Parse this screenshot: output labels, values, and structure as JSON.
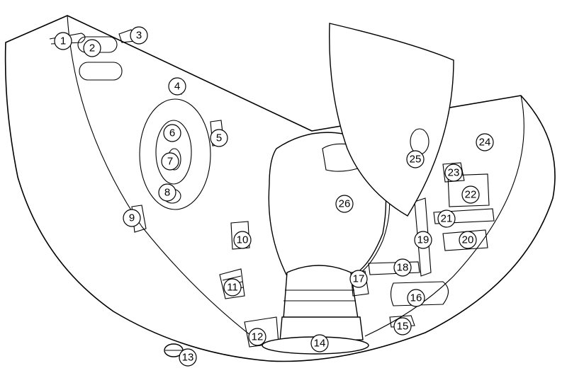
{
  "colors": {
    "line": "#000000",
    "background": "#ffffff"
  },
  "callouts": [
    {
      "label": "1"
    },
    {
      "label": "2"
    },
    {
      "label": "3"
    },
    {
      "label": "4"
    },
    {
      "label": "5"
    },
    {
      "label": "6"
    },
    {
      "label": "7"
    },
    {
      "label": "8"
    },
    {
      "label": "9"
    },
    {
      "label": "10"
    },
    {
      "label": "11"
    },
    {
      "label": "12"
    },
    {
      "label": "13"
    },
    {
      "label": "14"
    },
    {
      "label": "15"
    },
    {
      "label": "16"
    },
    {
      "label": "17"
    },
    {
      "label": "18"
    },
    {
      "label": "19"
    },
    {
      "label": "20"
    },
    {
      "label": "21"
    },
    {
      "label": "22"
    },
    {
      "label": "23"
    },
    {
      "label": "24"
    },
    {
      "label": "25"
    },
    {
      "label": "26"
    }
  ]
}
